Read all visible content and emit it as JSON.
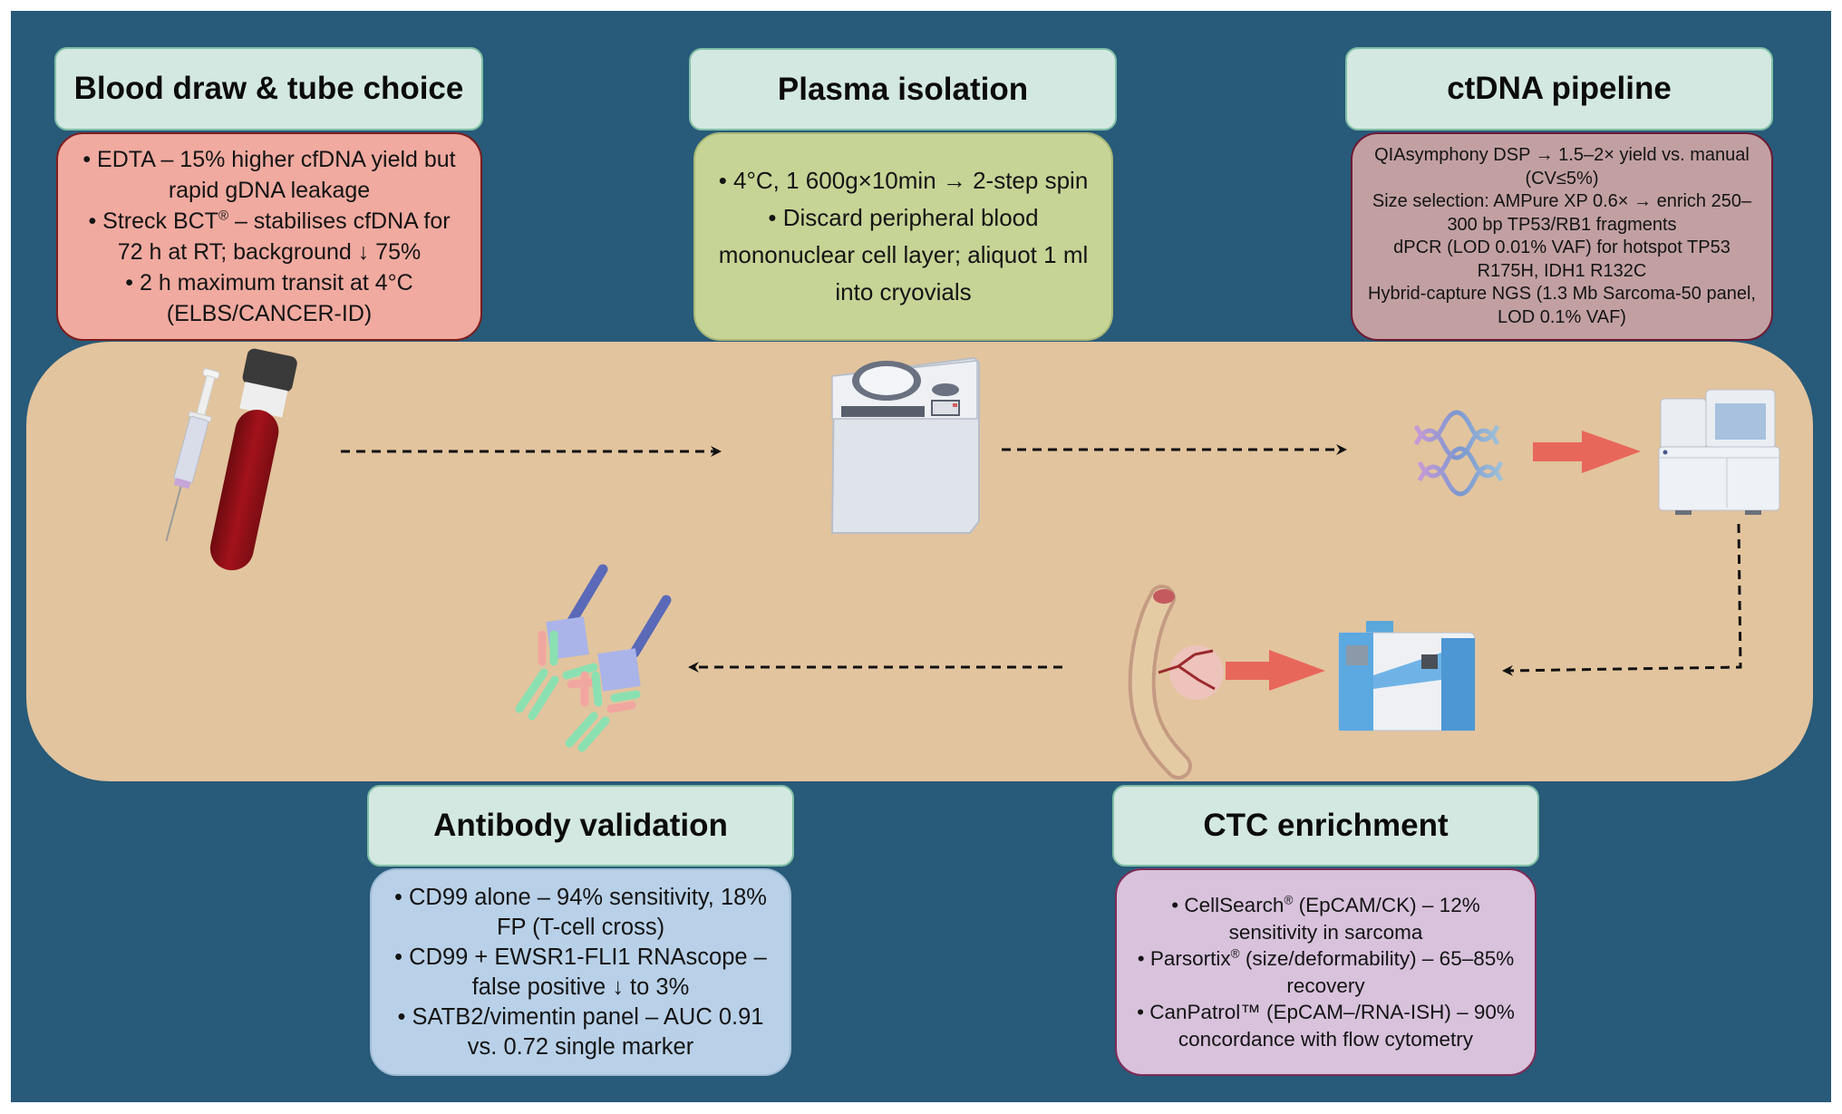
{
  "colors": {
    "panel_bg": "#285a79",
    "band_bg": "#e2c49e",
    "header_bg": "#d3e8e1",
    "blood_box": "#f0aaa0",
    "plasma_box": "#c6d496",
    "ctdna_box": "#c2a0a2",
    "antibody_box": "#b9d1e8",
    "ctc_box": "#d8c2dc",
    "red_arrow": "#e8675b"
  },
  "steps": {
    "blood": {
      "title": "Blood draw & tube choice",
      "lines": [
        "• EDTA – 15% higher cfDNA yield but",
        "rapid gDNA leakage",
        "• Streck BCT",
        "® – stabilises cfDNA for",
        "72 h at RT; background ↓ 75%",
        "• 2 h maximum transit at 4°C",
        "(ELBS/CANCER-ID)"
      ]
    },
    "plasma": {
      "title": "Plasma isolation",
      "lines": [
        "• 4°C, 1 600g×10min → 2-step spin",
        "• Discard peripheral blood",
        "mononuclear cell layer; aliquot 1 ml",
        "into cryovials"
      ]
    },
    "ctdna": {
      "title": "ctDNA pipeline",
      "lines": [
        "QIAsymphony DSP → 1.5–2× yield vs. manual",
        "(CV≤5%)",
        "Size selection: AMPure XP 0.6× → enrich 250–",
        "300 bp TP53/RB1 fragments",
        "dPCR (LOD 0.01% VAF) for hotspot TP53",
        "R175H, IDH1 R132C",
        "Hybrid-capture NGS (1.3 Mb Sarcoma-50 panel,",
        "LOD 0.1% VAF)"
      ]
    },
    "antibody": {
      "title": "Antibody validation",
      "lines": [
        "• CD99 alone – 94% sensitivity, 18%",
        "FP (T-cell cross)",
        "• CD99 + EWSR1-FLI1 RNAscope –",
        "false positive ↓ to 3%",
        "• SATB2/vimentin panel – AUC 0.91",
        "vs. 0.72 single marker"
      ]
    },
    "ctc": {
      "title": "CTC enrichment",
      "lines": [
        "• CellSearch",
        "®",
        " (EpCAM/CK) – 12%",
        "sensitivity in sarcoma",
        "• Parsortix",
        "®",
        " (size/deformability) – 65–85%",
        "recovery",
        "• CanPatrol™ (EpCAM–/RNA-ISH) – 90%",
        "concordance with flow cytometry"
      ]
    }
  },
  "icons": {
    "syringe": "syringe-icon",
    "blood_tube": "blood-tube-icon",
    "centrifuge": "centrifuge-icon",
    "dna": "dna-helix-icon",
    "sequencer": "sequencer-icon",
    "blood_vessel": "blood-vessel-tumor-icon",
    "cell_analyzer": "cell-analyzer-icon",
    "antibodies": "antibody-icon"
  }
}
